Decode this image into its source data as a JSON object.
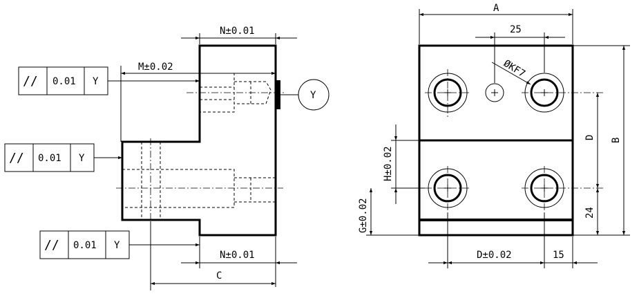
{
  "left_view": {
    "dim_top": "N±0.01",
    "dim_m": "M±0.02",
    "dim_bottom": "N±0.01",
    "dim_c": "C",
    "datum": "Y",
    "fcf": [
      {
        "symbol": "//",
        "tol": "0.01",
        "ref": "Y"
      },
      {
        "symbol": "//",
        "tol": "0.01",
        "ref": "Y"
      },
      {
        "symbol": "//",
        "tol": "0.01",
        "ref": "Y"
      }
    ]
  },
  "right_view": {
    "dim_a": "A",
    "dim_25": "25",
    "hole_callout": "ØKF7",
    "dim_d_vert": "D",
    "dim_b": "B",
    "dim_h": "H±0.02",
    "dim_g": "G±0.02",
    "dim_24": "24",
    "dim_d_horiz": "D±0.02",
    "dim_15": "15"
  }
}
